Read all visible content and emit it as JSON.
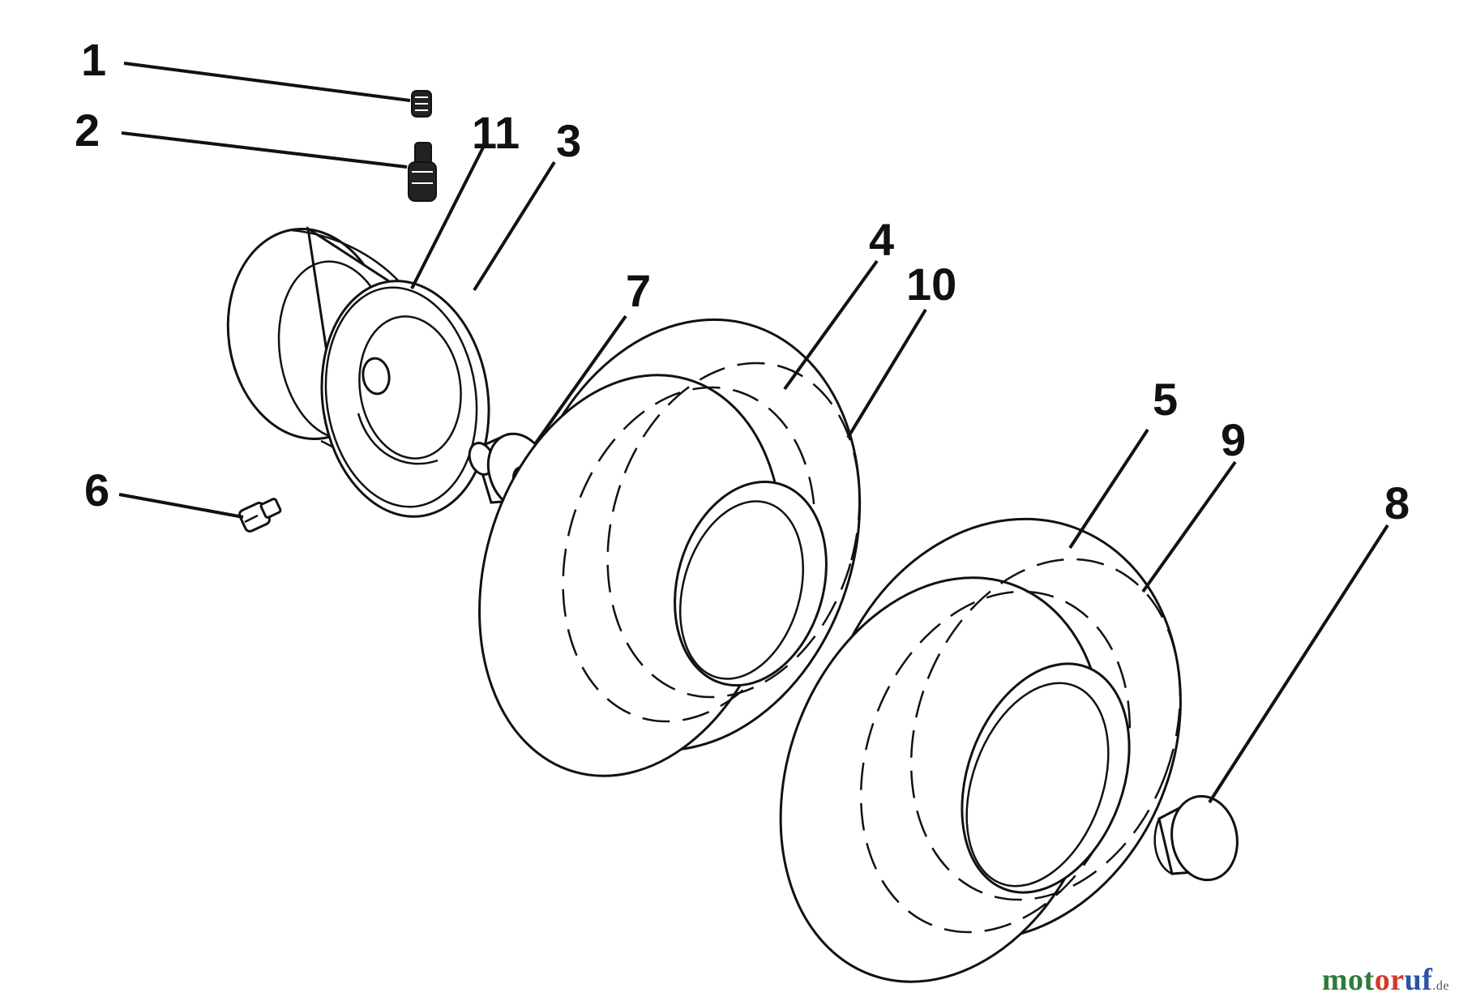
{
  "callouts": {
    "c1": "1",
    "c2": "2",
    "c3": "3",
    "c4": "4",
    "c5": "5",
    "c6": "6",
    "c7": "7",
    "c8": "8",
    "c9": "9",
    "c10": "10",
    "c11": "11"
  },
  "watermark": {
    "part1": "mot",
    "part2": "or",
    "part3": "uf",
    "tld": ".de"
  },
  "colors": {
    "line": "#111111",
    "background": "#ffffff",
    "watermark_green": "#2f7a3a",
    "watermark_red": "#d23a2a",
    "watermark_blue": "#2a52a8"
  }
}
